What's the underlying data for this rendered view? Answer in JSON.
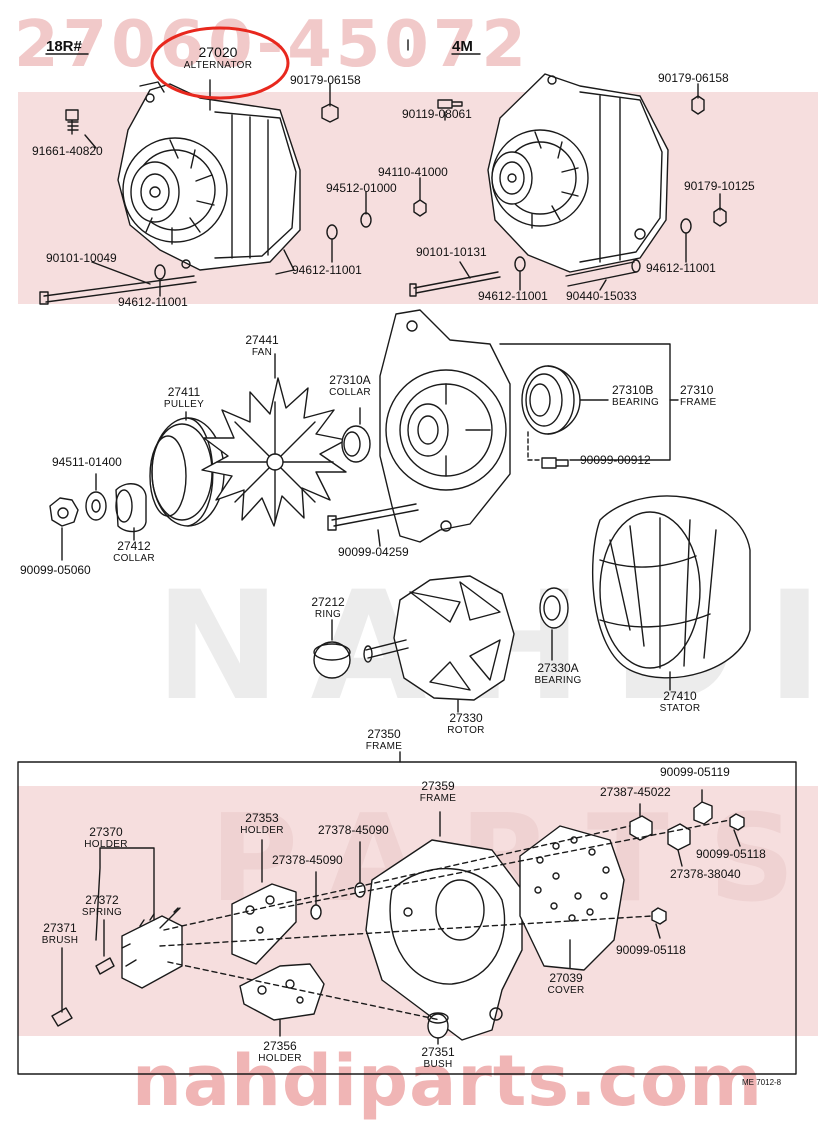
{
  "watermark": {
    "part_number": "27060-45072",
    "brand": "NAHDI",
    "parts_word": "PARTS",
    "site": "nahdiparts.com"
  },
  "variants": {
    "left": "18R#",
    "right": "4M"
  },
  "highlight": {
    "color": "#e8281e",
    "number": "27020",
    "name": "ALTERNATOR"
  },
  "top_labels": {
    "l1": "90179-06158",
    "l2": "91661-40820",
    "l3": "90119-08061",
    "l4": "94110-41000",
    "l5": "94512-01000",
    "l6": "90179-06158",
    "l7": "90179-10125",
    "l8": "90101-10049",
    "l9": "94612-11001",
    "l10": "90101-10131",
    "l11": "94612-11001",
    "l12": "94612-11001",
    "l13": "90440-15033",
    "l14": "94612-11001"
  },
  "mid_labels": {
    "fan_no": "27441",
    "fan_name": "FAN",
    "collar_a_no": "27310A",
    "collar_a_name": "COLLAR",
    "pulley_no": "27411",
    "pulley_name": "PULLEY",
    "bearing_b_no": "27310B",
    "bearing_b_name": "BEARING",
    "frame_no": "27310",
    "frame_name": "FRAME",
    "nut_washer": "94511-01400",
    "bolt1": "90099-00912",
    "collar_no": "27412",
    "collar_name": "COLLAR",
    "nut": "90099-05060",
    "bolt2": "90099-04259",
    "ring_no": "27212",
    "ring_name": "RING",
    "bearing_a_no": "27330A",
    "bearing_a_name": "BEARING",
    "stator_no": "27410",
    "stator_name": "STATOR",
    "rotor_no": "27330",
    "rotor_name": "ROTOR"
  },
  "bottom_labels": {
    "frame_no": "27350",
    "frame_name": "FRAME",
    "n05119": "90099-05119",
    "holder_no": "27353",
    "holder_name": "HOLDER",
    "n45090a": "27378-45090",
    "frame2_no": "27359",
    "frame2_name": "FRAME",
    "n45022": "27387-45022",
    "n05118a": "90099-05118",
    "brushholder_no": "27370",
    "brushholder_name": "HOLDER",
    "n45090b": "27378-45090",
    "n38040": "27378-38040",
    "spring_no": "27372",
    "spring_name": "SPRING",
    "brush_no": "27371",
    "brush_name": "BRUSH",
    "n05118b": "90099-05118",
    "cover_no": "27039",
    "cover_name": "COVER",
    "holder2_no": "27356",
    "holder2_name": "HOLDER",
    "bush_no": "27351",
    "bush_name": "BUSH",
    "code": "ME 7012-8"
  }
}
